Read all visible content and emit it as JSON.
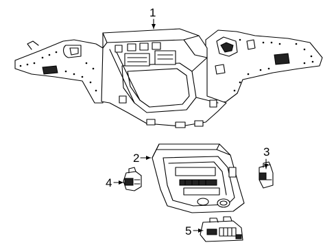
{
  "diagram": {
    "callouts": [
      {
        "id": "callout-2",
        "label": "2"
      },
      {
        "id": "callout-1",
        "label": "1"
      },
      {
        "id": "callout-3",
        "label": "3"
      },
      {
        "id": "callout-4",
        "label": "4"
      },
      {
        "id": "callout-5",
        "label": "5"
      }
    ]
  }
}
